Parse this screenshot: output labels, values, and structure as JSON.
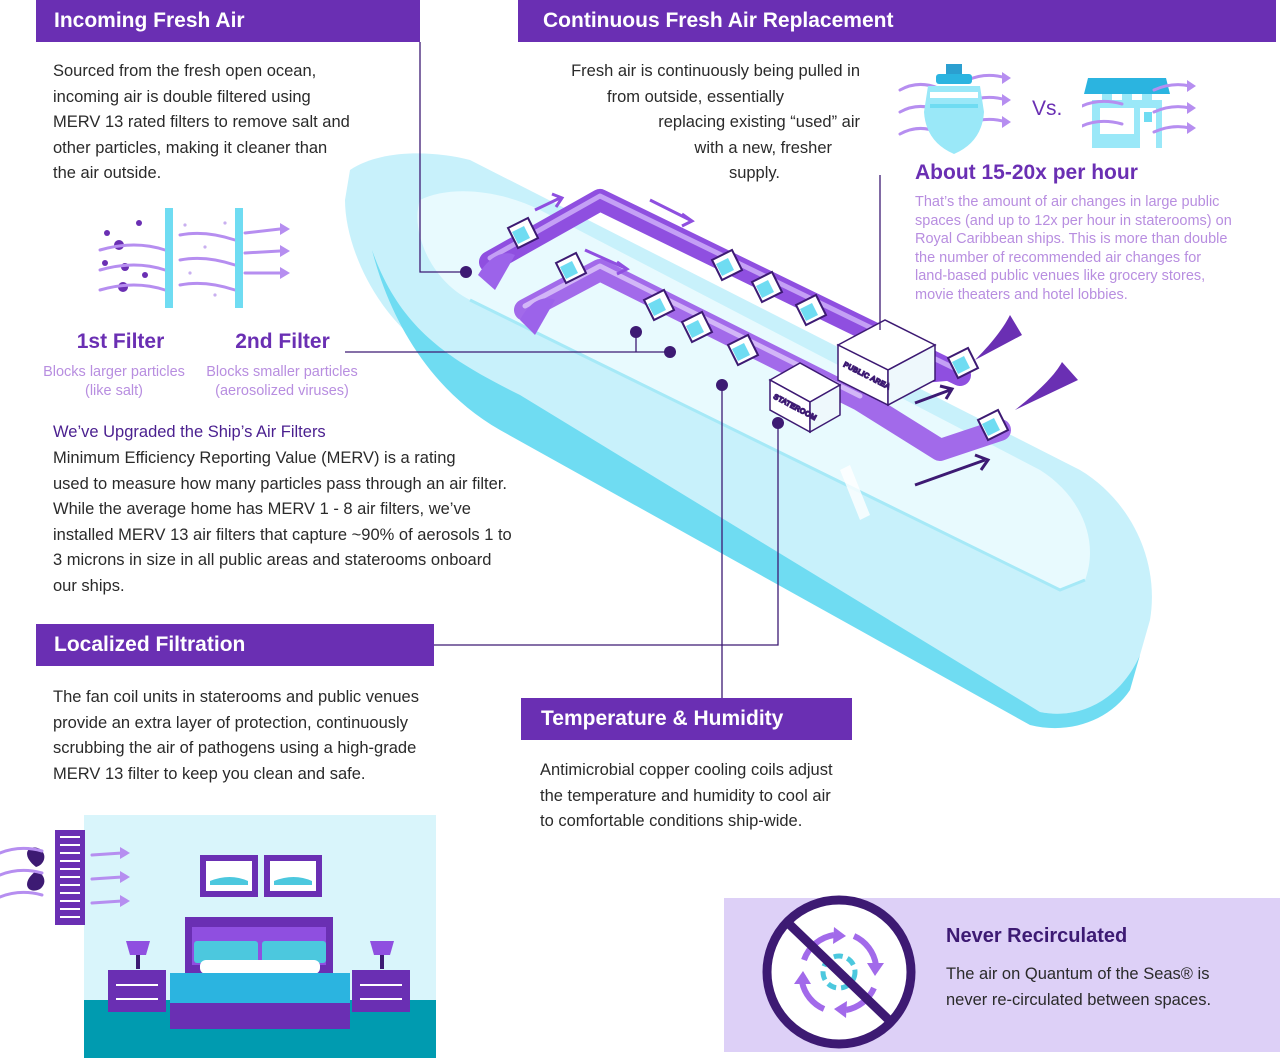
{
  "sections": {
    "incoming": {
      "title": "Incoming Fresh Air",
      "lines": [
        "Sourced from the fresh open ocean,",
        "incoming air is double filtered using",
        "MERV 13 rated filters to remove salt and",
        "other particles, making it cleaner than",
        "the air outside."
      ]
    },
    "continuous": {
      "title": "Continuous Fresh Air Replacement",
      "lines": [
        "Fresh air is continuously being pulled in",
        "from outside, essentially",
        "replacing existing “used” air",
        "with a new, fresher",
        "supply."
      ]
    },
    "rate": {
      "vs_label": "Vs.",
      "title": "About 15-20x per hour",
      "lines": [
        "That’s the amount of air changes in large public",
        "spaces (and up to 12x per hour in staterooms) on",
        "Royal Caribbean ships. This is more than double",
        "the number of recommended air changes for",
        "land-based public venues like grocery stores,",
        "movie theaters and hotel lobbies."
      ]
    },
    "filters": {
      "first_title": "1st Filter",
      "first_lines": [
        "Blocks larger particles",
        "(like salt)"
      ],
      "second_title": "2nd Filter",
      "second_lines": [
        "Blocks smaller particles",
        "(aerosolized viruses)"
      ]
    },
    "upgrade": {
      "title": "We’ve Upgraded the Ship’s Air Filters",
      "lines": [
        "Minimum Efficiency Reporting Value (MERV) is a rating",
        "used to measure how many particles pass through an air filter.",
        "While the average home has MERV 1 - 8 air filters, we’ve",
        "installed MERV 13 air filters that capture ~90% of aerosols 1 to",
        "3 microns in size in all public areas and staterooms onboard",
        "our ships."
      ]
    },
    "localized": {
      "title": "Localized Filtration",
      "lines": [
        "The fan coil units in staterooms and public venues",
        "provide an extra layer of protection,  continuously",
        "scrubbing the air of pathogens using a high-grade",
        "MERV 13 filter to keep you clean and safe."
      ]
    },
    "temperature": {
      "title": "Temperature & Humidity",
      "lines": [
        "Antimicrobial copper cooling coils adjust",
        "the temperature and humidity to cool air",
        "to comfortable conditions ship-wide."
      ]
    },
    "never": {
      "title": "Never Recirculated",
      "lines": [
        "The air on Quantum of the Seas® is",
        "never re-circulated between spaces."
      ]
    }
  },
  "diagram_labels": {
    "public_area": "PUBLIC AREA",
    "stateroom": "STATEROOM"
  },
  "colors": {
    "purple": "#6a2fb3",
    "dark_purple": "#3d1a73",
    "light_purple_text": "#b88ee0",
    "ship_light": "#c8f1fb",
    "ship_mid": "#6fdcf2",
    "never_bg": "#ddd0f7"
  },
  "icons": [
    "cruise-ship-icon",
    "store-icon",
    "filter-icon",
    "fan-icon",
    "no-recirculate-icon",
    "bedroom-illustration"
  ]
}
